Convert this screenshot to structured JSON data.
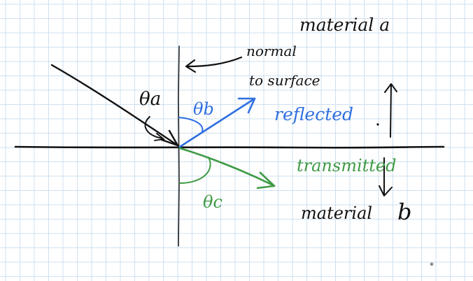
{
  "labels": {
    "material_a": "material a",
    "normal": "normal",
    "to_surface": "to surface",
    "theta_a": "θa",
    "theta_b": "θb",
    "theta_c": "θc",
    "reflected": "reflected",
    "transmitted": "transmitted",
    "material": "material",
    "b": "b"
  },
  "colors": {
    "background": "#ffffff",
    "grid": "#cfe0ef",
    "ink": "#111111",
    "reflected": "#2f6fe0",
    "transmitted": "#3f9a45"
  }
}
